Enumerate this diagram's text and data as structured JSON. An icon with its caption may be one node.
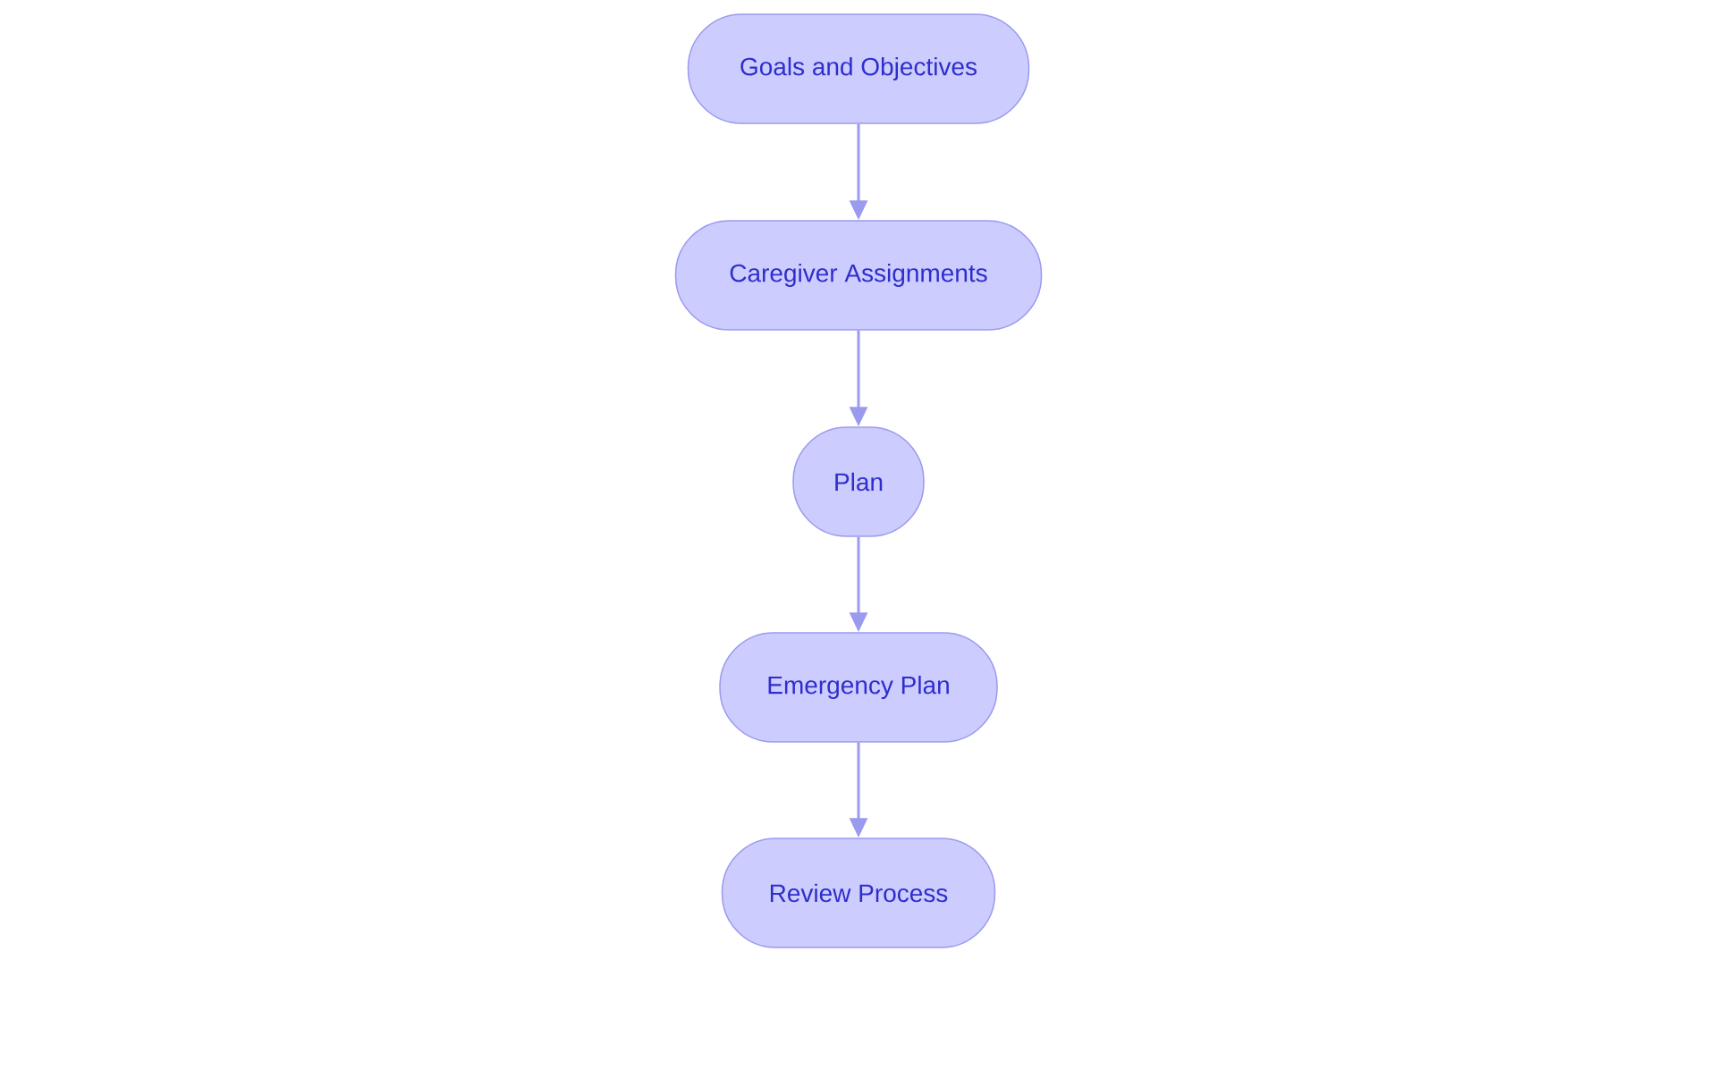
{
  "diagram": {
    "nodes": [
      {
        "text": [
          "Goals and Objectives"
        ]
      },
      {
        "text": [
          "Caregiver Assignments"
        ]
      },
      {
        "text": [
          "Plan"
        ]
      },
      {
        "text": [
          "Emergency Plan"
        ]
      },
      {
        "text": [
          "Review Process"
        ]
      }
    ],
    "edges": [
      {
        "from": 0,
        "to": 1,
        "arrow": "to"
      },
      {
        "from": 1,
        "to": 2,
        "arrow": "to"
      },
      {
        "from": 2,
        "to": 3,
        "arrow": "to"
      },
      {
        "from": 3,
        "to": 4,
        "arrow": "to"
      }
    ]
  }
}
